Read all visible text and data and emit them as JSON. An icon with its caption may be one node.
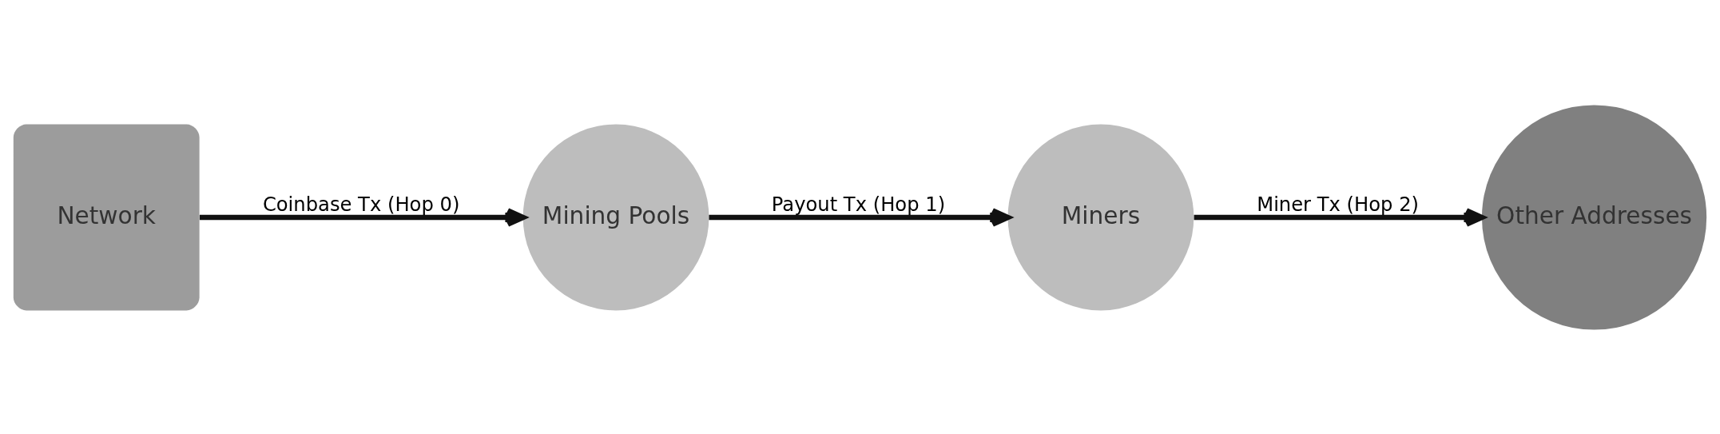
{
  "diagram": {
    "nodes": [
      {
        "text": [
          "Network"
        ]
      },
      {
        "text": [
          "Mining Pools"
        ]
      },
      {
        "text": [
          "Miners"
        ]
      },
      {
        "text": [
          "Other Addresses"
        ]
      }
    ],
    "edges": [
      {
        "from": 0,
        "to": 1,
        "arrow": "to",
        "label": "Coinbase Tx (Hop 0)"
      },
      {
        "from": 1,
        "to": 2,
        "arrow": "to",
        "label": "Payout Tx (Hop 1)"
      },
      {
        "from": 2,
        "to": 3,
        "arrow": "to",
        "label": "Miner Tx (Hop 2)"
      }
    ]
  }
}
